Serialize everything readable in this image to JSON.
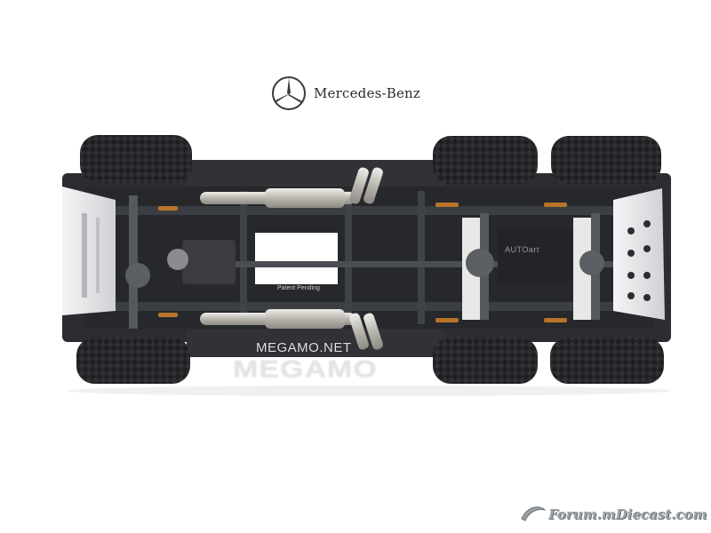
{
  "brand": {
    "name": "Mercedes-Benz",
    "logo_icon": "three-pointed-star-icon"
  },
  "watermark": {
    "small": "MEGAMO.NET",
    "large": "MEGAMO"
  },
  "chassis_labels": {
    "patent": "Patent Pending",
    "maker": "AUTOart"
  },
  "footer": {
    "forum": "Forum.mDiecast.com",
    "forum_icon": "swoosh-logo-icon"
  },
  "colors": {
    "background": "#ffffff",
    "chassis": "#2b2d30",
    "tire": "#1e1f21",
    "exhaust": "#c9c6c0",
    "skid_plate": "#e9eaec",
    "spring": "#b8752a"
  }
}
